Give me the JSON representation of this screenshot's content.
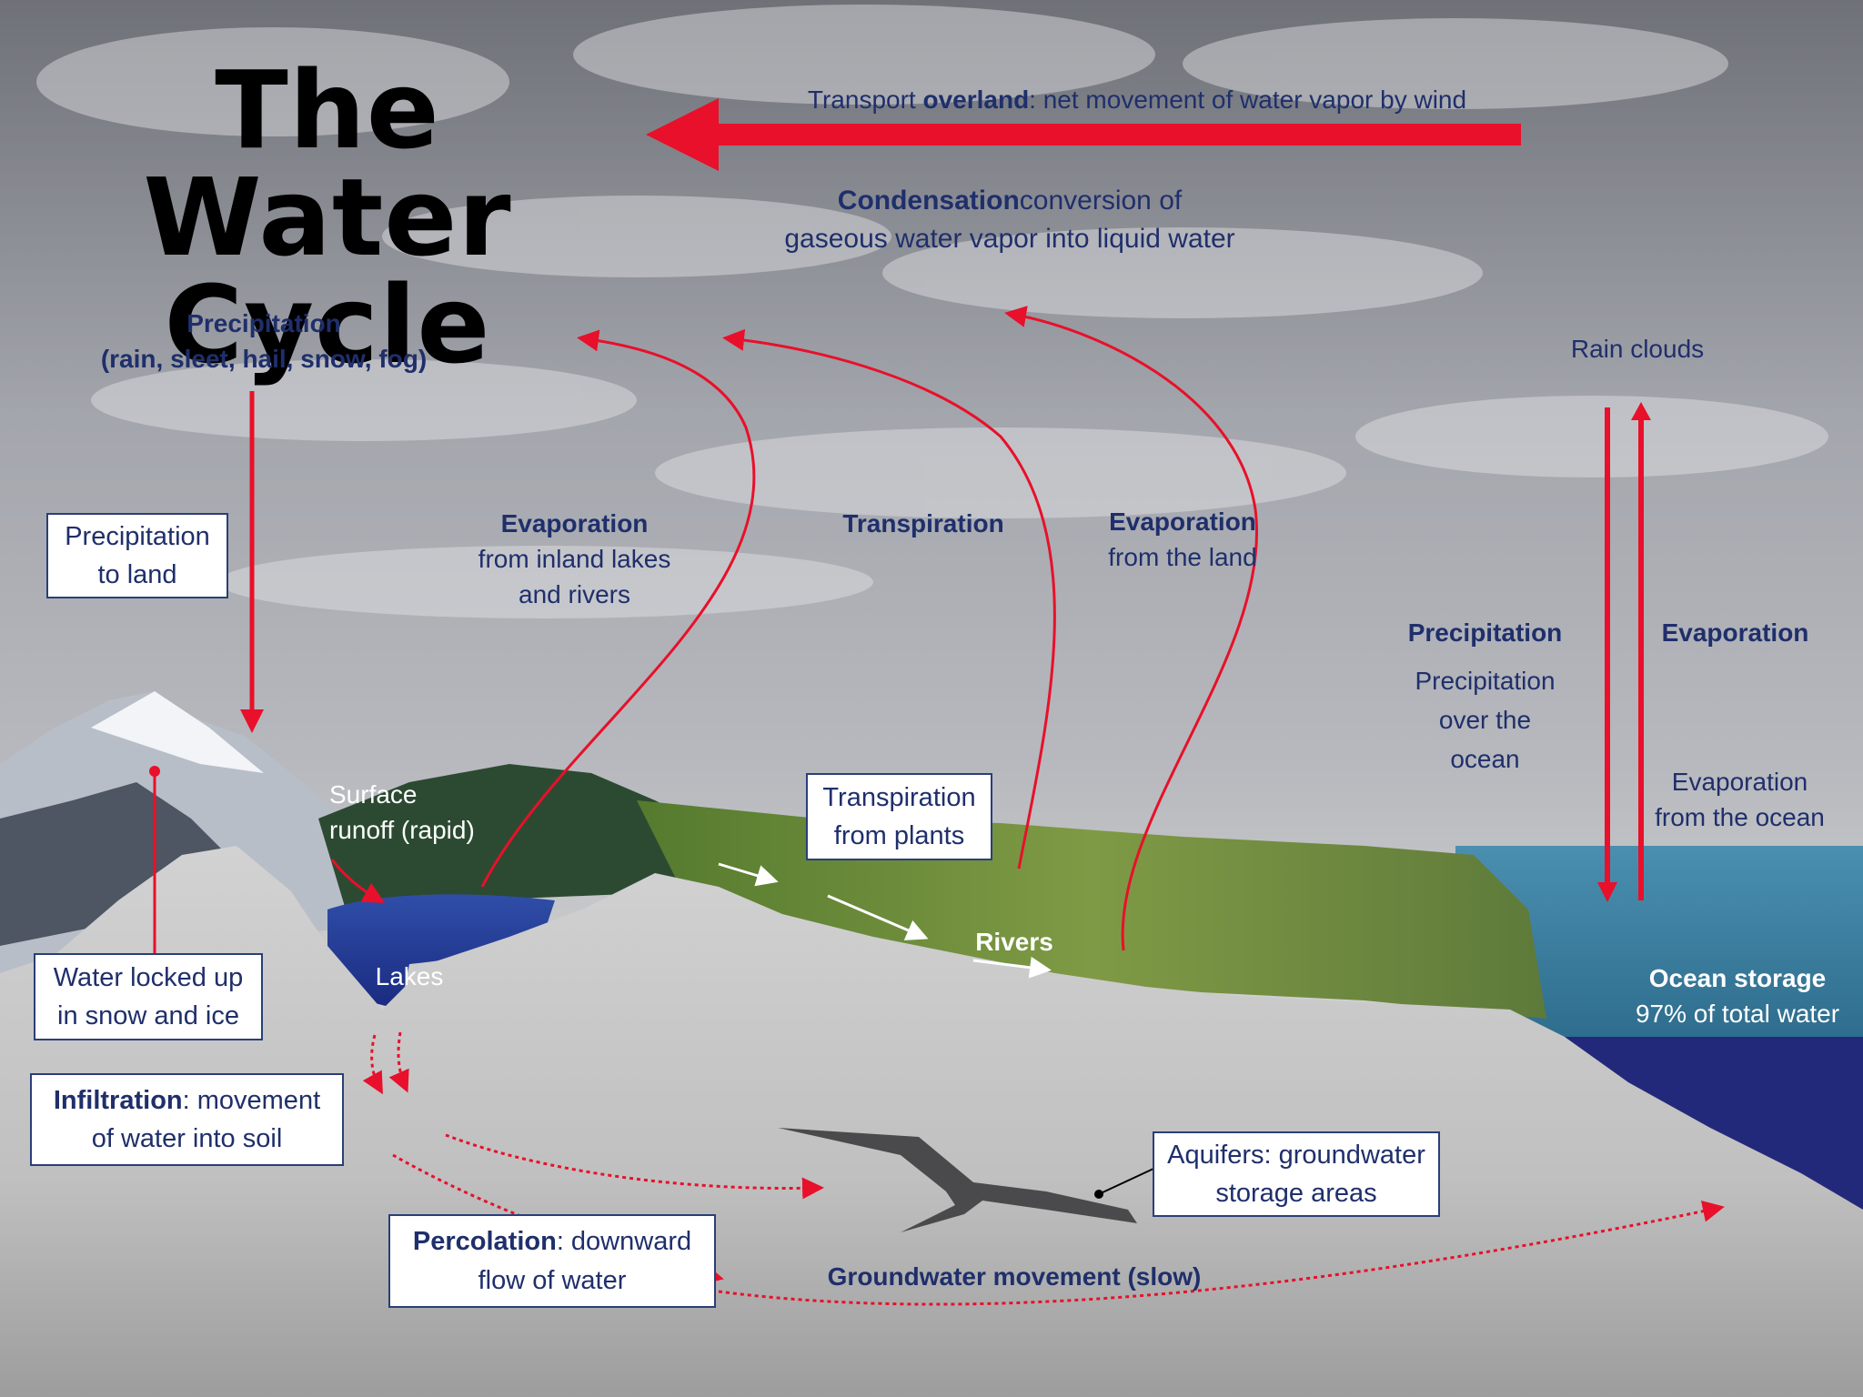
{
  "title": {
    "line1": "The Water",
    "line2": "Cycle"
  },
  "transport": {
    "prefix": "Transport ",
    "bold": "overland",
    "suffix": ": net movement of water vapor by wind"
  },
  "condensation": {
    "bold": "Condensation",
    "text": "conversion of gaseous water vapor into liquid water"
  },
  "precipitation_top": {
    "line1": "Precipitation",
    "line2": "(rain, sleet, hail, snow, fog)"
  },
  "rain_clouds": "Rain clouds",
  "precip_to_land": {
    "line1": "Precipitation",
    "line2": "to land"
  },
  "evap_inland": {
    "bold": "Evaporation",
    "line2": "from inland lakes",
    "line3": "and rivers"
  },
  "transpiration": "Transpiration",
  "evap_land": {
    "bold": "Evaporation",
    "line2": "from the land"
  },
  "precip_ocean": {
    "bold": "Precipitation",
    "line2": "Precipitation",
    "line3": "over the",
    "line4": "ocean"
  },
  "evap_ocean": {
    "bold": "Evaporation",
    "line2": "Evaporation",
    "line3": "from the ocean"
  },
  "surface_runoff": {
    "line1": "Surface",
    "line2": "runoff (rapid)"
  },
  "transpiration_plants": {
    "line1": "Transpiration",
    "line2": "from plants"
  },
  "rivers": "Rivers",
  "lakes": "Lakes",
  "snow_ice": {
    "line1": "Water locked up",
    "line2": "in snow and ice"
  },
  "ocean_storage": {
    "bold": "Ocean storage",
    "line2": "97% of total water"
  },
  "infiltration": {
    "bold": "Infiltration",
    "text": ": movement",
    "line2": "of water into soil"
  },
  "aquifers": {
    "line1": "Aquifers: groundwater",
    "line2": "storage areas"
  },
  "percolation": {
    "bold": "Percolation",
    "text": ": downward",
    "line2": "flow of water"
  },
  "groundwater": "Groundwater movement (slow)",
  "colors": {
    "arrow": "#e8102a",
    "label": "#1f2f6b",
    "sky": "#9a9ca3",
    "ocean": "#3a7fa0",
    "deep_ocean": "#23297a",
    "ground": "#c6c6c6",
    "grass": "#6f8a3a"
  }
}
